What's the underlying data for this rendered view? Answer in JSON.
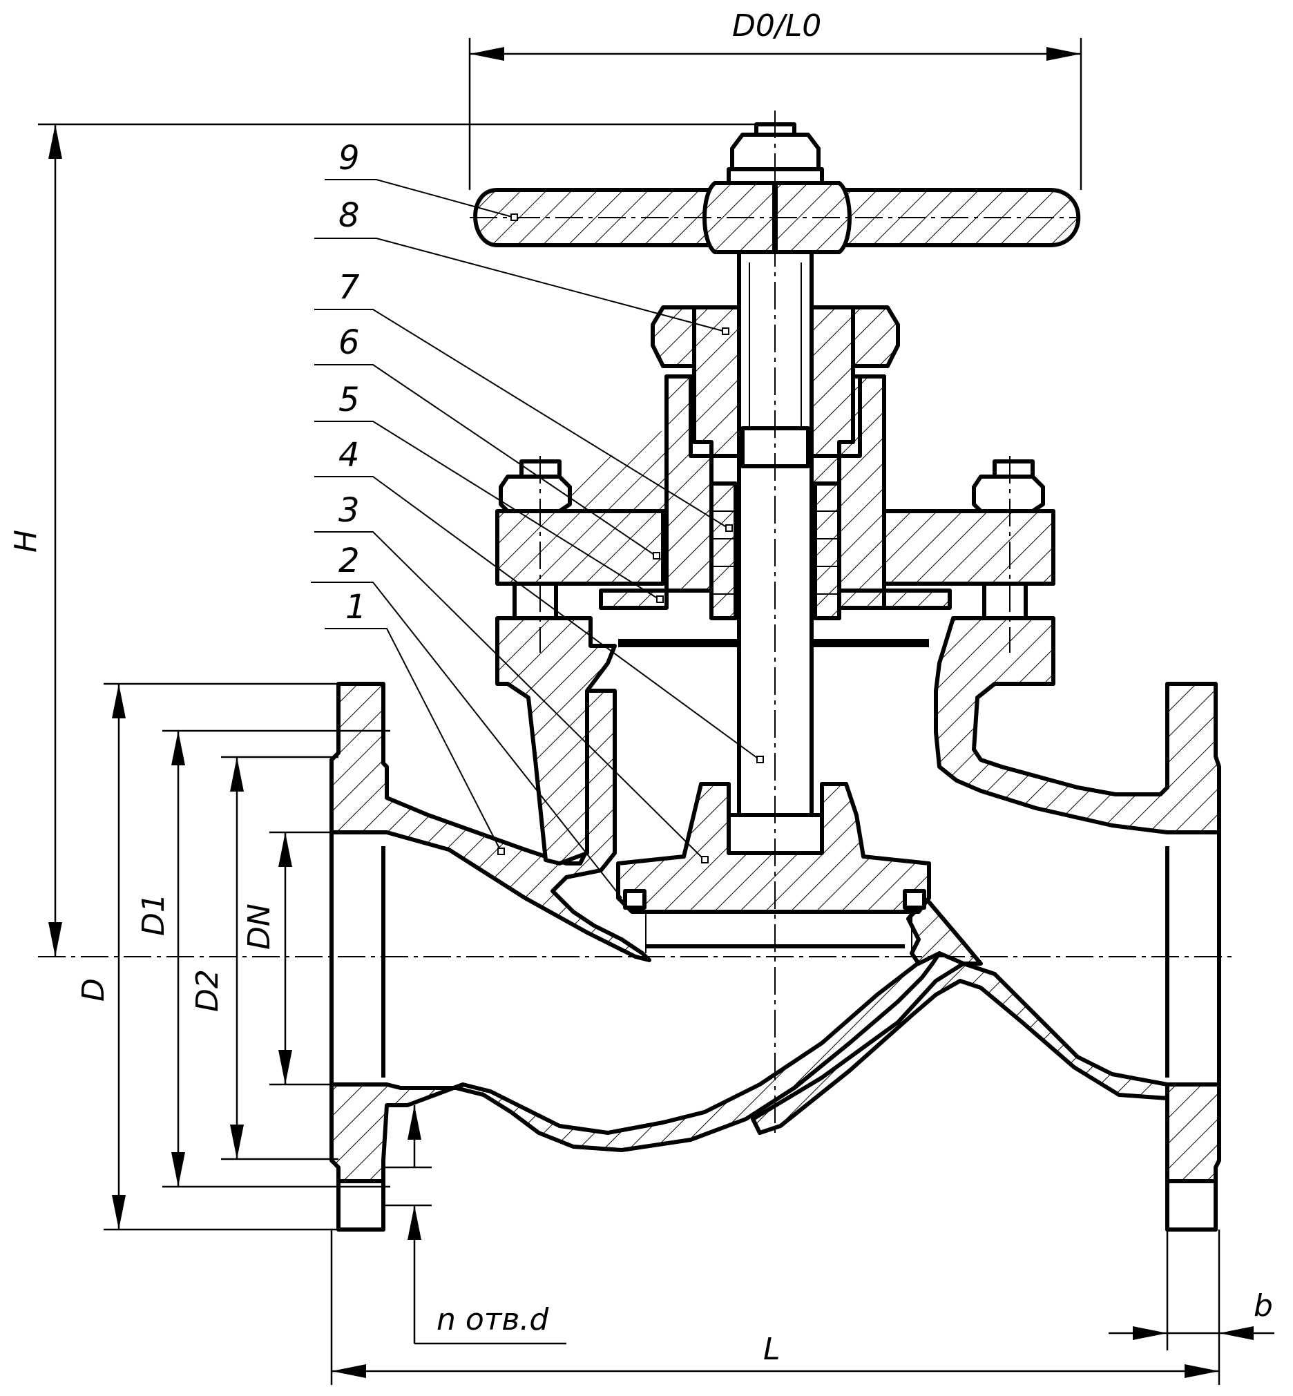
{
  "dimensions": {
    "handwheel": "D0/L0",
    "height": "H",
    "outer_diameter": "D",
    "bolt_circle": "D1",
    "raised_face": "D2",
    "nominal_bore": "DN",
    "length": "L",
    "flange_thickness": "b",
    "holes": "n отв.d"
  },
  "callouts": [
    "1",
    "2",
    "3",
    "4",
    "5",
    "6",
    "7",
    "8",
    "9"
  ]
}
